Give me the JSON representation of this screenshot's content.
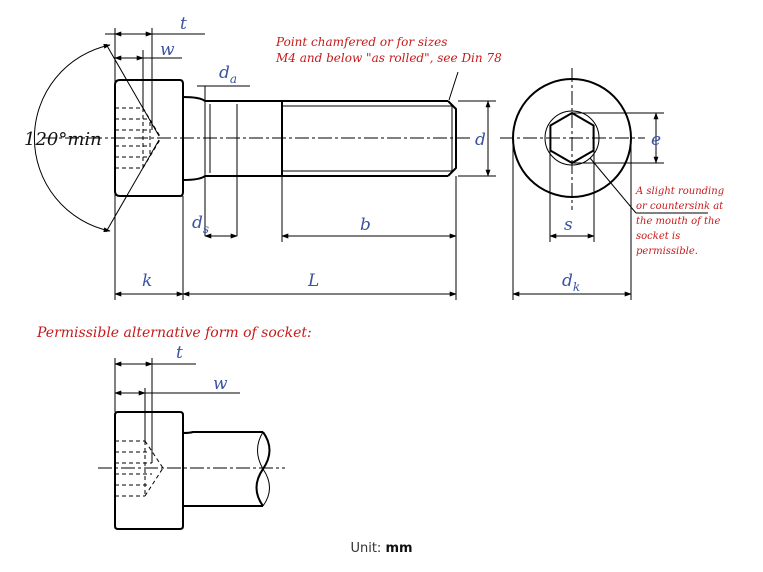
{
  "labels": {
    "t": "t",
    "w": "w",
    "d": "d",
    "b": "b",
    "k": "k",
    "L": "L",
    "e": "e",
    "s": "s",
    "d_a_main": "d",
    "d_a_sub": "a",
    "d_s_main": "d",
    "d_s_sub": "s",
    "d_k_main": "d",
    "d_k_sub": "k",
    "angle": "120°min",
    "t_alt": "t",
    "w_alt": "w"
  },
  "notes": {
    "point_line1": "Point chamfered or for sizes",
    "point_line2": "M4 and below \"as rolled\", see Din 78",
    "rounding_line1": "A slight rounding",
    "rounding_line2": "or countersink at",
    "rounding_line3": "the mouth of the",
    "rounding_line4": "socket is",
    "rounding_line5": "permissible.",
    "alt_form": "Permissible alternative form of socket:"
  },
  "unit": {
    "label": "Unit:",
    "value": "mm"
  },
  "colors": {
    "dimension_label": "#3a54a0",
    "note_text": "#c61a1a",
    "line": "#000000"
  }
}
